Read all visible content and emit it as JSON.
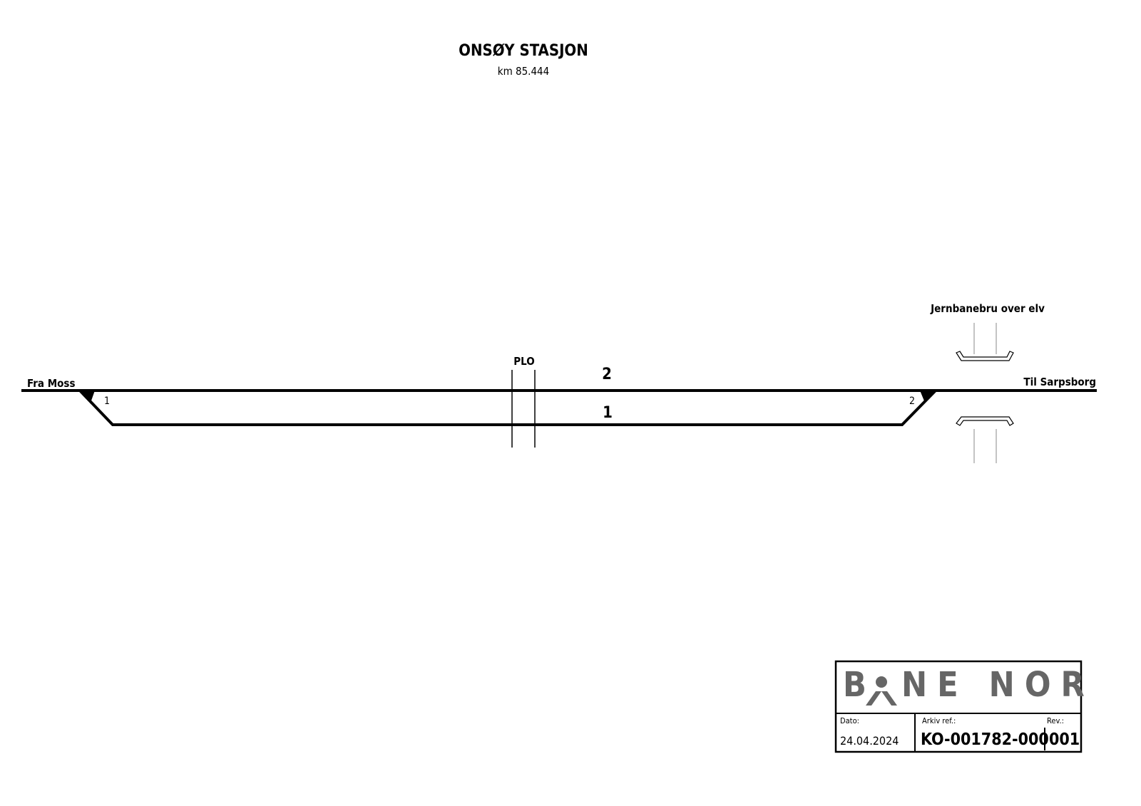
{
  "title": "ONSØY STASJON",
  "km": "km 85.444",
  "labels": {
    "from": "Fra Moss",
    "to": "Til Sarpsborg",
    "plo": "PLO",
    "bridge": "Jernbanebru over elv",
    "track_2": "2",
    "track_1": "1",
    "switch_1": "1",
    "switch_2": "2"
  },
  "title_block": {
    "logo": "BANE NOR",
    "logo_color": "#666666",
    "date_label": "Dato:",
    "date": "24.04.2024",
    "archive_label": "Arkiv ref.:",
    "archive": "KO-001782-000",
    "rev_label": "Rev.:",
    "rev": "001"
  }
}
